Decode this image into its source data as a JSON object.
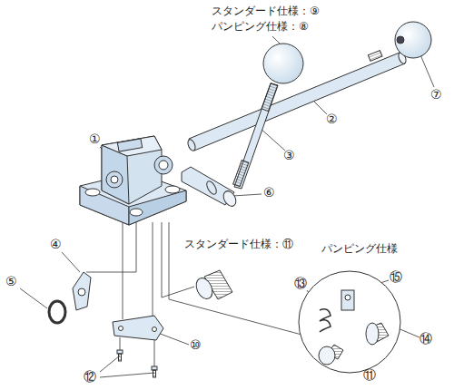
{
  "diagram": {
    "labels": [
      "スタンダード仕様：⑨",
      "パンピング仕様：⑧",
      "⑦",
      "①",
      "②",
      "③",
      "⑥",
      "スタンダード仕様：⑪",
      "パンピング仕様",
      "④",
      "⑬",
      "⑮",
      "⑤",
      "⑭",
      "⑩",
      "⑪",
      "⑫"
    ]
  }
}
